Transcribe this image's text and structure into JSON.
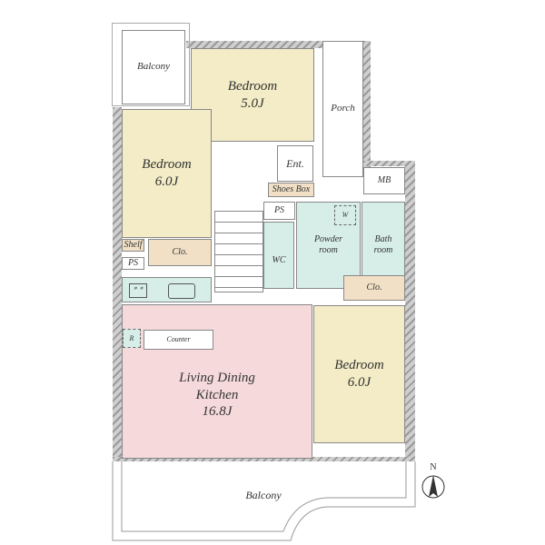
{
  "rooms": {
    "balcony_top": "Balcony",
    "bedroom_top": {
      "name": "Bedroom",
      "size": "5.0J"
    },
    "bedroom_left": {
      "name": "Bedroom",
      "size": "6.0J"
    },
    "bedroom_right": {
      "name": "Bedroom",
      "size": "6.0J"
    },
    "porch": "Porch",
    "entrance": "Ent.",
    "shoes_box": "Shoes Box",
    "mb": "MB",
    "ps_1": "PS",
    "ps_2": "PS",
    "wc": "WC",
    "washer": "W",
    "powder_room": "Powder room",
    "bath_room": "Bath room",
    "shelf": "Shelf",
    "closet_left": "Clo.",
    "closet_right": "Clo.",
    "refrigerator": "R",
    "counter": "Counter",
    "ldk": {
      "name": "Living Dining",
      "name2": "Kitchen",
      "size": "16.8J"
    },
    "balcony_bottom": "Balcony"
  },
  "compass": "N",
  "colors": {
    "bedroom": "#f3ecc6",
    "ldk": "#f5d9db",
    "wet": "#d7eee8",
    "closet": "#f1e0c6"
  }
}
